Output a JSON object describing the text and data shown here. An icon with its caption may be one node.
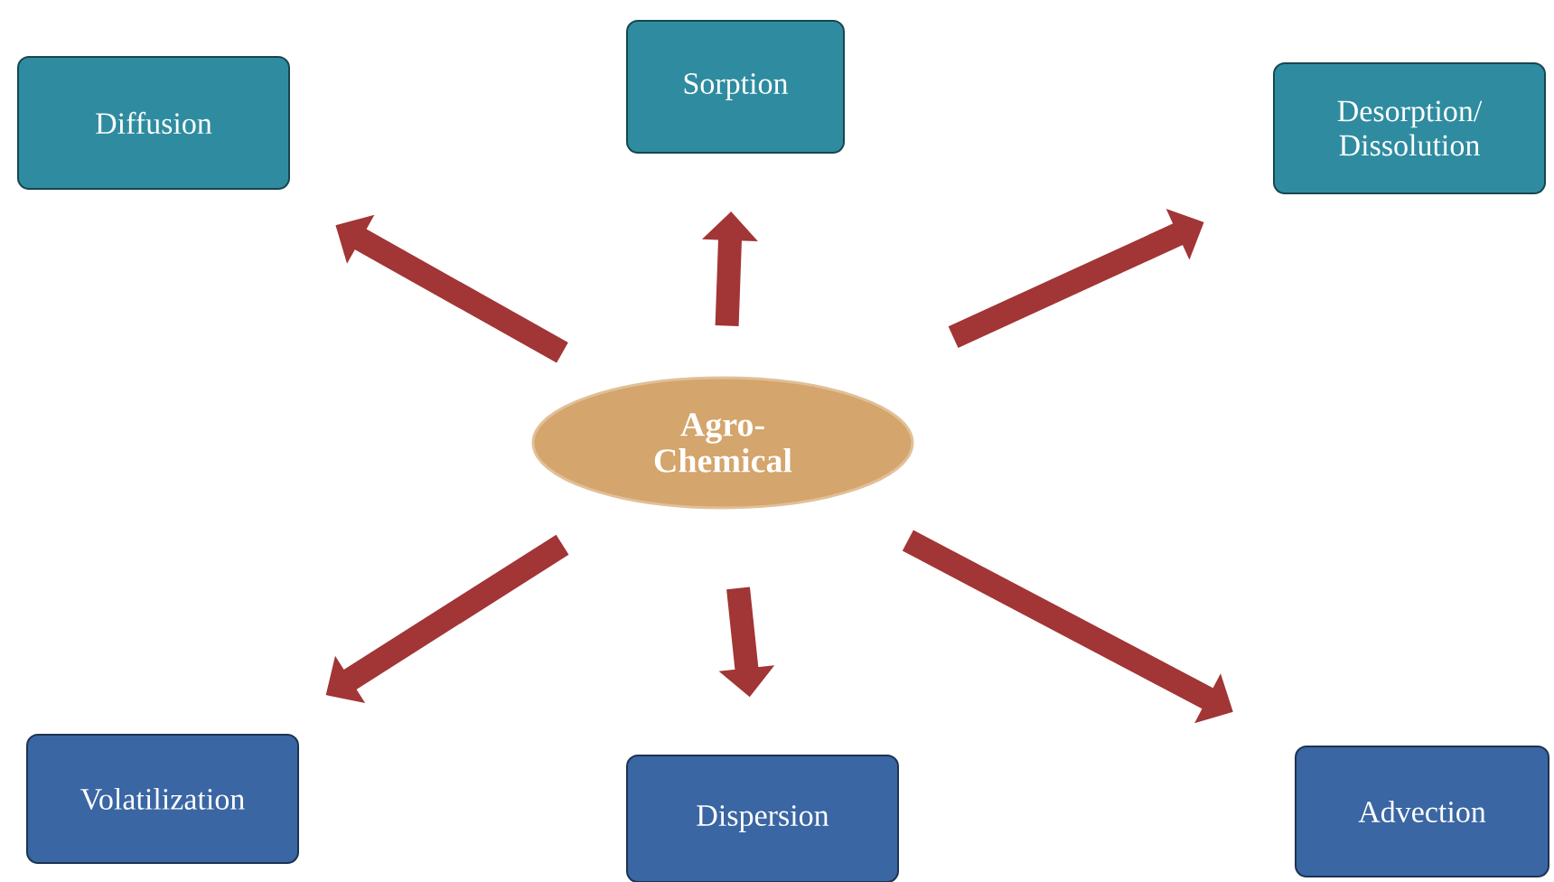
{
  "diagram": {
    "nodes": [
      {
        "text": [
          "Agro- Chemical"
        ]
      },
      {
        "text": [
          "Diffusion"
        ]
      },
      {
        "text": [
          "Sorption"
        ]
      },
      {
        "text": [
          "Desorption/ Dissolution"
        ]
      },
      {
        "text": [
          "Volatilization"
        ]
      },
      {
        "text": [
          "Dispersion"
        ]
      },
      {
        "text": [
          "Advection"
        ]
      }
    ],
    "edges": [
      {
        "from": 0,
        "to": 1,
        "arrow": "to"
      },
      {
        "from": 0,
        "to": 2,
        "arrow": "to"
      },
      {
        "from": 0,
        "to": 3,
        "arrow": "to"
      },
      {
        "from": 0,
        "to": 4,
        "arrow": "to"
      },
      {
        "from": 0,
        "to": 5,
        "arrow": "to"
      },
      {
        "from": 0,
        "to": 6,
        "arrow": "to"
      }
    ]
  }
}
